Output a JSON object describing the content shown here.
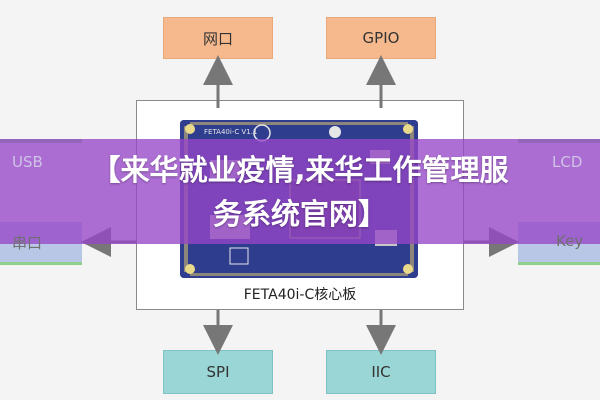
{
  "boxes": {
    "top_left": "网口",
    "top_right": "GPIO",
    "bottom_left": "SPI",
    "bottom_right": "IIC",
    "left_top": "USB",
    "left_bottom": "串口",
    "right_top": "LCD",
    "right_bottom": "Key"
  },
  "board": {
    "caption": "FETA40i-C核心板",
    "silk_text": "FETA40i-C V1.1"
  },
  "banner": {
    "line1": "【来华就业疫情,来华工作管理服",
    "line2": "务系统官网】"
  },
  "colors": {
    "orange": "#f6b98d",
    "teal": "#9bd6d6",
    "green": "#8fd08c",
    "pcb": "#2f3d8e",
    "banner": "#9646c8"
  }
}
